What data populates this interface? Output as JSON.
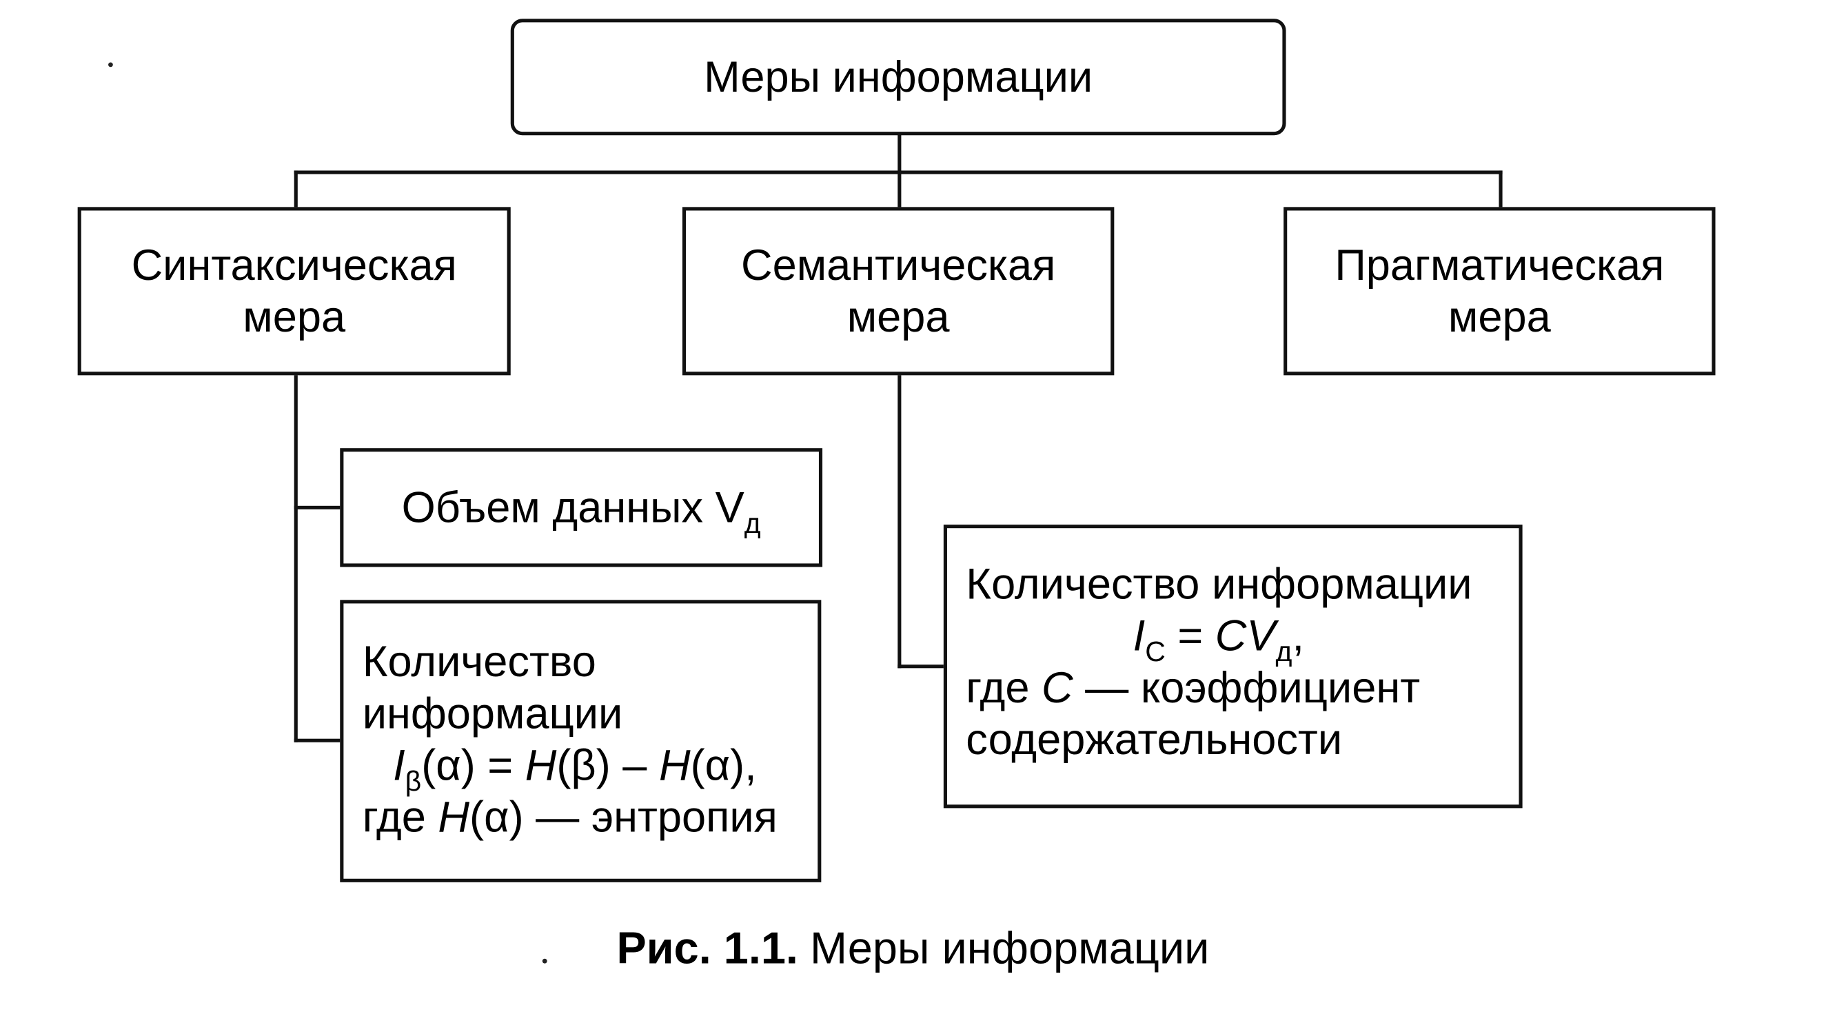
{
  "root": {
    "label": "Меры информации"
  },
  "measures": [
    {
      "label": "Синтаксическая мера"
    },
    {
      "label": "Семантическая мера"
    },
    {
      "label": "Прагматическая мера"
    }
  ],
  "syntactic": {
    "volume": {
      "text": "Объем данных V",
      "sub": "д"
    },
    "amount": {
      "line1": "Количество",
      "line2": "информации",
      "f_I": "I",
      "f_sub": "β",
      "f_rest1": "(α) = ",
      "f_H1": "H",
      "f_rest2": "(β) – ",
      "f_H2": "H",
      "f_rest3": "(α),",
      "where_pre": "где ",
      "where_H": "H",
      "where_post": "(α) — энтропия"
    }
  },
  "semantic": {
    "amount": {
      "line1": "Количество информации",
      "f_I": "I",
      "f_sub1": "С",
      "f_eq": " = ",
      "f_CV": "CV",
      "f_sub2": "д",
      "f_comma": ",",
      "where_pre": "где ",
      "where_C": "C",
      "where_post": " — коэффициент",
      "line4": "содержательности"
    }
  },
  "caption": {
    "prefix": "Рис. 1.1.",
    "text": "Меры информации"
  }
}
